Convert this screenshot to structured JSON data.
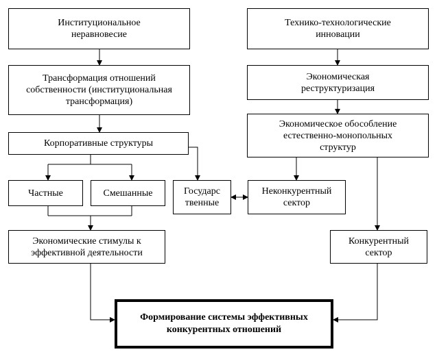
{
  "boxes": {
    "institutional": "Институциональное\nнеравновесие",
    "techno": "Технико-технологические\nинновации",
    "transformation": "Трансформация отношений\nсобственности (институциональная\nтрансформация)",
    "restructuring": "Экономическая\nреструктуризация",
    "separation": "Экономическое обособление\nестественно-монопольных\nструктур",
    "corporate": "Корпоративные структуры",
    "private": "Частные",
    "mixed": "Смешанные",
    "state": "Государс\nтвенные",
    "noncompetitive": "Неконкурентный\nсектор",
    "stimuli": "Экономические стимулы к\nэффективной деятельности",
    "competitive": "Конкурентный\nсектор",
    "final": "Формирование системы эффективных\nконкурентных отношений"
  },
  "colors": {
    "line": "#000000",
    "background": "#ffffff"
  }
}
